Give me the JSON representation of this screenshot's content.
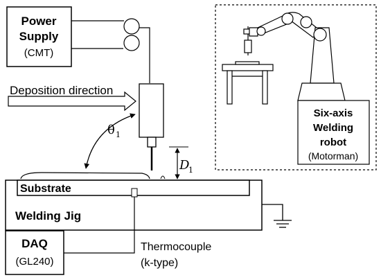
{
  "power_supply": {
    "title_line1": "Power",
    "title_line2": "Supply",
    "subtitle": "(CMT)"
  },
  "deposition": {
    "label": "Deposition direction"
  },
  "torch": {
    "angle_symbol": "θ",
    "angle_sub": "1",
    "distance_symbol": "D",
    "distance_sub": "1"
  },
  "substrate": {
    "label": "Substrate"
  },
  "jig": {
    "label": "Welding Jig"
  },
  "daq": {
    "title": "DAQ",
    "subtitle": "(GL240)"
  },
  "thermocouple": {
    "label_line1": "Thermocouple",
    "label_line2": "(k-type)"
  },
  "robot": {
    "line1": "Six-axis",
    "line2": "Welding",
    "line3": "robot",
    "line4": "(Motorman)"
  },
  "colors": {
    "stroke": "#000000",
    "robot_fill": "#ffffff",
    "background": "#ffffff"
  }
}
